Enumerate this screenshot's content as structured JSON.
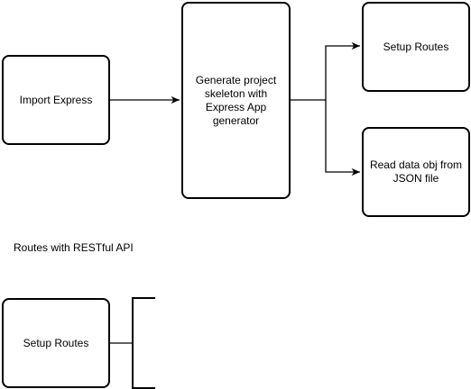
{
  "nodes": {
    "import_express": "Import Express",
    "generate_skeleton": "Generate project skeleton with Express App generator",
    "setup_routes": "Setup Routes",
    "read_data": "Read data obj from JSON file",
    "setup_routes_2": "Setup Routes"
  },
  "labels": {
    "routes_restful": "Routes with RESTful API"
  },
  "edges": [
    {
      "from": "import_express",
      "to": "generate_skeleton"
    },
    {
      "from": "generate_skeleton",
      "to": "setup_routes"
    },
    {
      "from": "generate_skeleton",
      "to": "read_data"
    }
  ]
}
